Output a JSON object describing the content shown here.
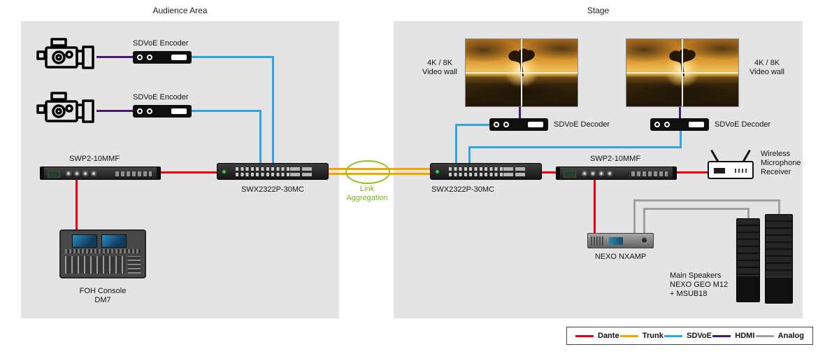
{
  "diagram": {
    "audience_title": "Audience Area",
    "stage_title": "Stage",
    "link_aggregation": "Link\nAggregation"
  },
  "labels": {
    "encoder1": "SDVoE Encoder",
    "encoder2": "SDVoE Encoder",
    "swp2_left": "SWP2-10MMF",
    "swx_left": "SWX2322P-30MC",
    "foh": "FOH Console\nDM7",
    "videowall_left": "4K / 8K\nVideo wall",
    "videowall_right": "4K / 8K\nVideo wall",
    "decoder1": "SDVoE Decoder",
    "decoder2": "SDVoE Decoder",
    "swx_right": "SWX2322P-30MC",
    "swp2_right": "SWP2-10MMF",
    "wireless": "Wireless\nMicrophone\nReceiver",
    "nxamp": "NEXO NXAMP",
    "speakers": "Main Speakers\nNEXO GEO M12\n+ MSUB18"
  },
  "legend": {
    "items": [
      {
        "label": "Dante",
        "color": "#e60012"
      },
      {
        "label": "Trunk",
        "color": "#f5a500"
      },
      {
        "label": "SDVoE",
        "color": "#2ea7e0"
      },
      {
        "label": "HDMI",
        "color": "#4a1772"
      },
      {
        "label": "Analog",
        "color": "#9aa0a4"
      }
    ]
  },
  "colors": {
    "dante": "#e60012",
    "trunk": "#f5a500",
    "sdvoe": "#2ea7e0",
    "hdmi": "#4a1772",
    "analog": "#9aa0a4",
    "link_aggregation_green": "#8dc21f",
    "panel_gray": "#e4e4e4"
  }
}
